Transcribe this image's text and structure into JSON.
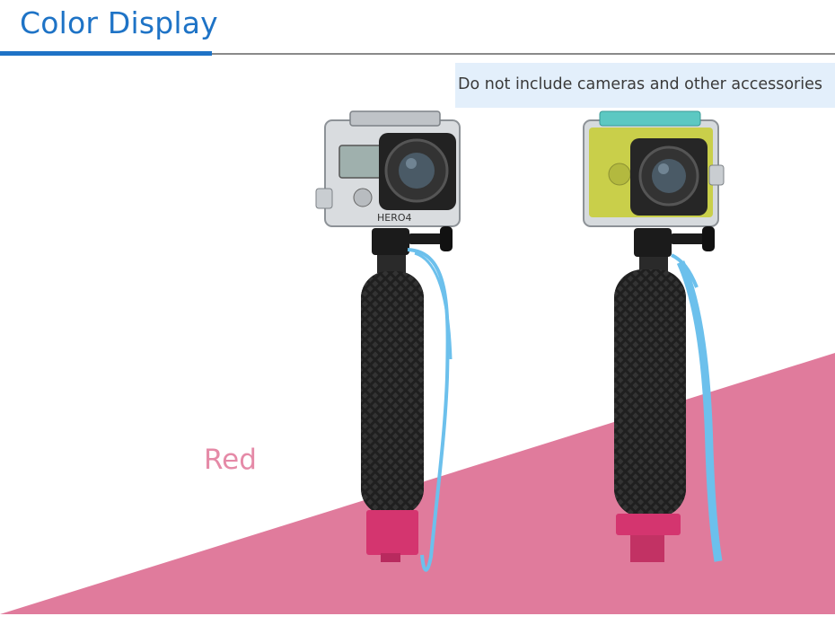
{
  "header": {
    "title": "Color Display",
    "accent_color": "#1e73c6"
  },
  "notice": {
    "text": "Do not include cameras and other accessories"
  },
  "color_option": {
    "label": "Red",
    "label_color": "#e58aa7",
    "swatch_color": "#e07b9c"
  },
  "products": [
    {
      "camera_label": "HERO4"
    },
    {
      "camera_label": ""
    }
  ]
}
